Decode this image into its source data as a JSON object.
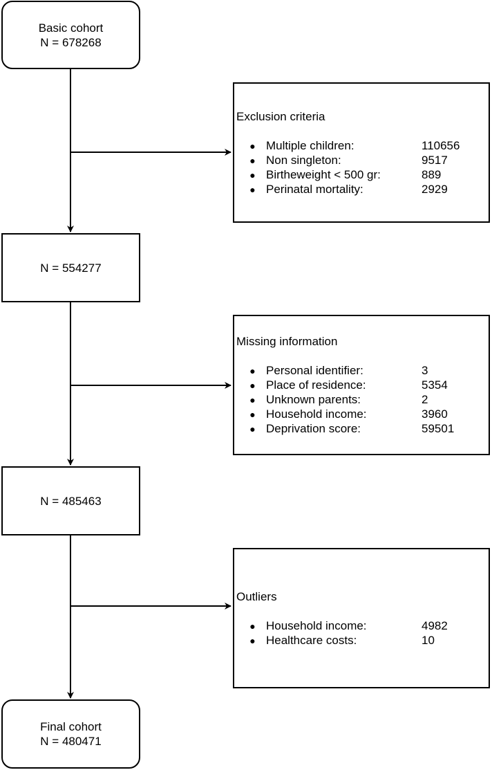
{
  "boxes": {
    "basic_cohort": {
      "title": "Basic cohort",
      "count": "N = 678268"
    },
    "after_exclusion": {
      "count": "N = 554277"
    },
    "after_missing": {
      "count": "N = 485463"
    },
    "final_cohort": {
      "title": "Final cohort",
      "count": "N = 480471"
    }
  },
  "exclusion": {
    "title": "Exclusion criteria",
    "items": [
      {
        "label": "Multiple children:",
        "value": "110656"
      },
      {
        "label": "Non singleton:",
        "value": "9517"
      },
      {
        "label": "Birtheweight < 500 gr:",
        "value": "889"
      },
      {
        "label": "Perinatal mortality:",
        "value": "2929"
      }
    ]
  },
  "missing": {
    "title": "Missing information",
    "items": [
      {
        "label": "Personal identifier:",
        "value": "3"
      },
      {
        "label": "Place of residence:",
        "value": "5354"
      },
      {
        "label": "Unknown parents:",
        "value": "2"
      },
      {
        "label": "Household income:",
        "value": "3960"
      },
      {
        "label": "Deprivation score:",
        "value": "59501"
      }
    ]
  },
  "outliers": {
    "title": "Outliers",
    "items": [
      {
        "label": "Household income:",
        "value": "4982"
      },
      {
        "label": "Healthcare costs:",
        "value": "10"
      }
    ]
  },
  "colors": {
    "stroke": "#000000",
    "background": "#ffffff"
  }
}
